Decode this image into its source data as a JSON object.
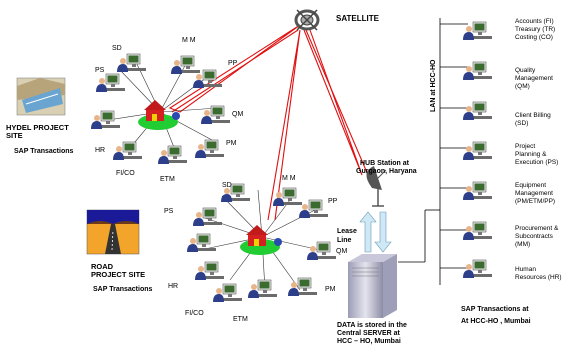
{
  "satellite_label": "SATELLITE",
  "hydel": {
    "title_line1": "HYDEL PROJECT",
    "title_line2": "SITE",
    "sap": "SAP Transactions",
    "nodes": [
      "SD",
      "M M",
      "PS",
      "PP",
      "QM",
      "PM",
      "HR",
      "FI/CO",
      "ETM"
    ]
  },
  "road": {
    "title_line1": "ROAD",
    "title_line2": "PROJECT SITE",
    "sap": "SAP Transactions",
    "nodes": [
      "SD",
      "M M",
      "PS",
      "PP",
      "QM",
      "PM",
      "HR",
      "FI/CO",
      "ETM"
    ]
  },
  "hub": {
    "line1": "HUB Station at",
    "line2": "Gurgaon, Haryana"
  },
  "lease": {
    "line1": "Lease",
    "line2": "Line"
  },
  "server": {
    "line1": "DATA is stored in the",
    "line2": "Central SERVER at",
    "line3": "HCC – HO, Mumbai"
  },
  "lan_label": "LAN at HCC-HO",
  "ho_sap": {
    "line1": "SAP Transactions at",
    "line2": "At HCC-HO , Mumbai"
  },
  "departments": [
    {
      "text": "Accounts (FI)\nTreasury (TR)\nCosting (CO)"
    },
    {
      "text": "Quality\nManagement\n(QM)"
    },
    {
      "text": "Client Billing\n(SD)"
    },
    {
      "text": "Project\nPlanning &\nExecution (PS)"
    },
    {
      "text": "Equipment\nManagement\n(PM/ETM/PP)"
    },
    {
      "text": "Procurement &\nSubcontracts\n(MM)"
    },
    {
      "text": "Human\nResources (HR)"
    }
  ]
}
